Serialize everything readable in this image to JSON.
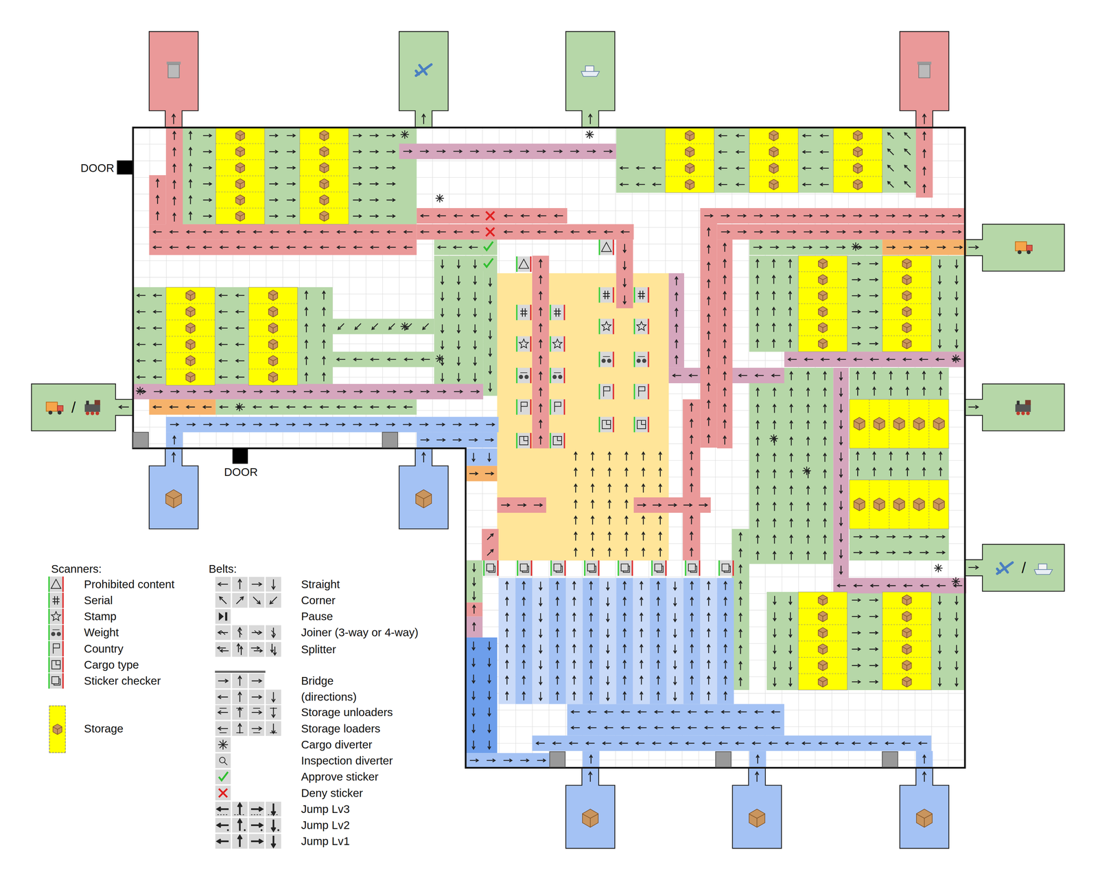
{
  "diagram": {
    "labels": [
      "DOOR",
      "DOOR",
      "/",
      "/",
      "Scanners:",
      "Belts:"
    ],
    "legend": [
      {
        "text": "Prohibited content"
      },
      {
        "text": "Serial"
      },
      {
        "text": "Stamp"
      },
      {
        "text": "Weight"
      },
      {
        "text": "Country"
      },
      {
        "text": "Cargo type"
      },
      {
        "text": "Sticker checker"
      },
      {
        "text": "Storage",
        "color": "#ffff00"
      },
      {
        "text": "Straight"
      },
      {
        "text": "Corner"
      },
      {
        "text": "Pause"
      },
      {
        "text": "Joiner (3-way or 4-way)"
      },
      {
        "text": "Splitter"
      },
      {
        "text": "Bridge (directions)"
      },
      {
        "text": "Storage unloaders"
      },
      {
        "text": "Storage loaders"
      },
      {
        "text": "Cargo diverter"
      },
      {
        "text": "Inspection diverter"
      },
      {
        "text": "Approve sticker"
      },
      {
        "text": "Deny sticker"
      },
      {
        "text": "Jump Lv3"
      },
      {
        "text": "Jump Lv2"
      },
      {
        "text": "Jump Lv1"
      }
    ]
  }
}
